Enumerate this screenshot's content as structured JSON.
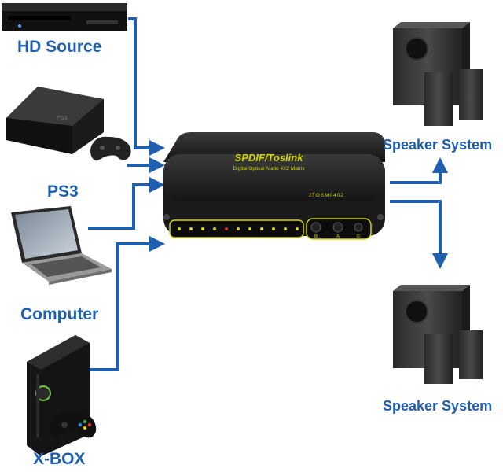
{
  "colors": {
    "arrow": "#1f5fb0",
    "label": "#1f5fb0",
    "device_body": "#1c1c1c",
    "device_accent": "#d6d600"
  },
  "sources": [
    {
      "label": "HD Source",
      "icon": "blu-ray-player-icon"
    },
    {
      "label": "PS3",
      "icon": "game-console-icon"
    },
    {
      "label": "Computer",
      "icon": "laptop-icon"
    },
    {
      "label": "X-BOX",
      "icon": "xbox-console-icon"
    }
  ],
  "device": {
    "title": "SPDIF/Toslink",
    "subtitle": "Digital Optical Audio 4X2 Matrix",
    "model": "JTOSM0402",
    "button_marks": [
      "B",
      "A",
      "⏻"
    ]
  },
  "outputs": [
    {
      "label": "Speaker System",
      "icon": "speaker-system-icon"
    },
    {
      "label": "Speaker System",
      "icon": "speaker-system-icon"
    }
  ]
}
